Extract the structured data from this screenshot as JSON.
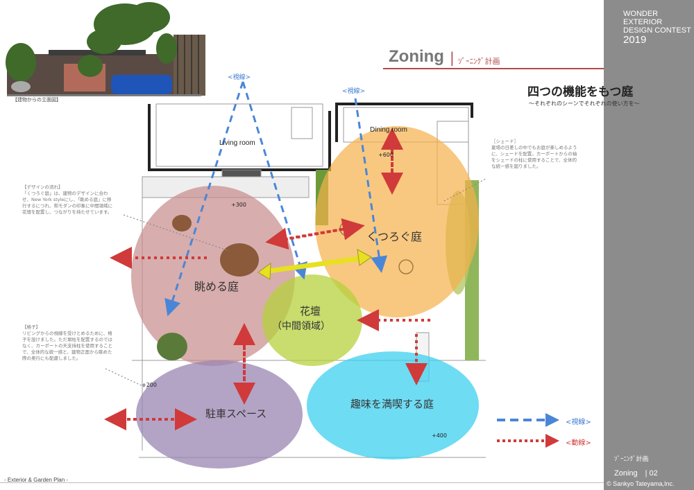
{
  "contest": {
    "line1": "WONDER",
    "line2": "EXTERIOR",
    "line3": "DESIGN CONTEST",
    "year": "2019"
  },
  "header": {
    "title_en": "Zoning",
    "title_sep": "|",
    "title_jp": "ｿﾞｰﾆﾝｸﾞ計画"
  },
  "heading": {
    "main": "四つの機能をもつ庭",
    "sub": "～それぞれのシーンでそれぞれの使い方を～"
  },
  "elevation_caption": "【建物からの立面図】",
  "rooms": {
    "living": "Living room",
    "dining": "Dining room"
  },
  "sightline_labels": {
    "left": "<視線>",
    "right": "<視線>"
  },
  "zones": {
    "pink": "眺める庭",
    "orange": "くつろぐ庭",
    "green_line1": "花壇",
    "green_line2": "（中間領域）",
    "purple": "駐車スペース",
    "blue": "趣味を満喫する庭"
  },
  "levels": {
    "l300": "+300",
    "l600": "+600",
    "l200": "+200",
    "l400": "+400"
  },
  "notes": {
    "shade_title": "［シェード］",
    "shade_body": "夏場の日差しの中でもお庭が楽しめるように、シェードを配置。カーポートからの袖をシェードの柱に使用することで、全体的な統一感を図りました。",
    "design_title": "【デザインの流れ】",
    "design_body": "「くつろぐ庭」は、建物のデザインに合わせ、New York styleにし、「眺める庭」に移行するにつれ、和モダンの印象に中間領域に花壇を配置し、つながりを持たせています。",
    "lattice_title": "【格子】",
    "lattice_body": "リビングからの視線を受けとめるために、格子を設けました。ただ塀柱を配置するのではなく、カーポートの天支持柱を使用することで、全体的な統一感と、建物正面から眺めた際の奥行にも配慮しました。"
  },
  "legend": {
    "sightline": "<視線>",
    "movement": "<動線>"
  },
  "footer": {
    "plan": "- Exterior & Garden Plan -",
    "zoning_jp": "ｿﾞｰﾆﾝｸﾞ計画",
    "page": "Zoning　| 02",
    "copyright": "© Sankyo Tateyama,Inc."
  },
  "colors": {
    "pink": "#c88a8a",
    "orange": "#f5b04a",
    "green": "#b6d23c",
    "purple": "#9a86b3",
    "blue": "#3ed0ef",
    "sightline": "#4a86d6",
    "movement": "#d03a3a",
    "accent_red": "#b24a4a"
  }
}
